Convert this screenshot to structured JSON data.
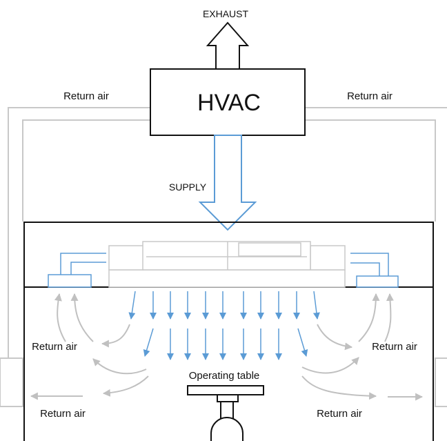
{
  "diagram": {
    "hvac_label": "HVAC",
    "exhaust_label": "EXHAUST",
    "supply_label": "SUPPLY",
    "return_air_label": "Return air",
    "operating_table_label": "Operating table"
  },
  "colors": {
    "supply_flow": "#5b9bd5",
    "return_flow": "#c0c0c0",
    "outline": "#111111",
    "duct": "#c8c8c8"
  }
}
